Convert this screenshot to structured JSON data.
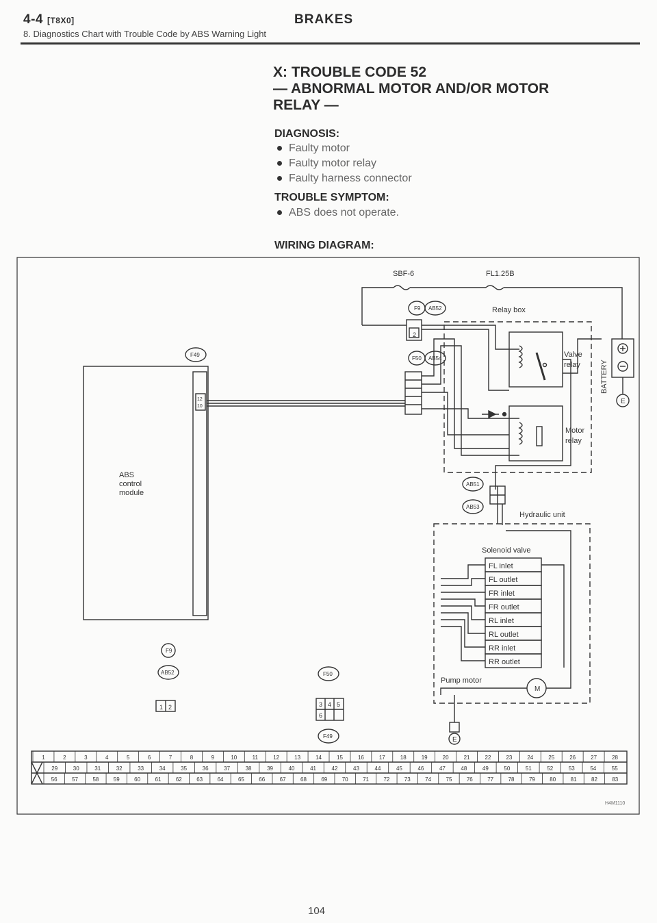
{
  "header": {
    "section": "4-4",
    "section_tag": "[T8X0]",
    "title": "BRAKES",
    "subtitle": "8. Diagnostics Chart with Trouble Code by ABS Warning Light"
  },
  "trouble": {
    "heading_line1": "X: TROUBLE CODE 52",
    "heading_line2": "— ABNORMAL MOTOR AND/OR MOTOR",
    "heading_line3": "RELAY —",
    "diagnosis_label": "DIAGNOSIS:",
    "diagnosis_items": [
      "Faulty motor",
      "Faulty motor relay",
      "Faulty harness connector"
    ],
    "symptom_label": "TROUBLE SYMPTOM:",
    "symptom_items": [
      "ABS does not operate."
    ],
    "wiring_label": "WIRING DIAGRAM:"
  },
  "diagram": {
    "fuse_sbf": "SBF-6",
    "fuse_fl": "FL1.25B",
    "relay_box": "Relay box",
    "valve_relay": [
      "Valve",
      "relay"
    ],
    "motor_relay": [
      "Motor",
      "relay"
    ],
    "battery": "BATTERY",
    "abs_module": [
      "ABS",
      "control",
      "module"
    ],
    "hydraulic_unit": "Hydraulic unit",
    "solenoid_valve": "Solenoid valve",
    "solenoids": [
      "FL inlet",
      "FL outlet",
      "FR inlet",
      "FR outlet",
      "RL inlet",
      "RL outlet",
      "RR inlet",
      "RR outlet"
    ],
    "pump_motor": "Pump motor",
    "ground": "E",
    "connectors": {
      "f49": "F49",
      "f9": "F9",
      "abs2": "AB52",
      "f50": "F50",
      "abs4": "AB54",
      "abs1": "AB51",
      "abs3": "AB53"
    },
    "pin_labels": [
      "2",
      "1",
      "2",
      "3",
      "4",
      "5",
      "6",
      "12",
      "10"
    ],
    "figure_id": "H4M1110",
    "terminal_row1": [
      "1",
      "2",
      "3",
      "4",
      "5",
      "6",
      "7",
      "8",
      "9",
      "10",
      "11",
      "12",
      "13",
      "14",
      "15",
      "16",
      "17",
      "18",
      "19",
      "20",
      "21",
      "22",
      "23",
      "24",
      "25",
      "26",
      "27",
      "28"
    ],
    "terminal_row2": [
      "29",
      "30",
      "31",
      "32",
      "33",
      "34",
      "35",
      "36",
      "37",
      "38",
      "39",
      "40",
      "41",
      "42",
      "43",
      "44",
      "45",
      "46",
      "47",
      "48",
      "49",
      "50",
      "51",
      "52",
      "53",
      "54",
      "55"
    ],
    "terminal_row3": [
      "56",
      "57",
      "58",
      "59",
      "60",
      "61",
      "62",
      "63",
      "64",
      "65",
      "66",
      "67",
      "68",
      "69",
      "70",
      "71",
      "72",
      "73",
      "74",
      "75",
      "76",
      "77",
      "78",
      "79",
      "80",
      "81",
      "82",
      "83"
    ]
  },
  "footer": {
    "page_number": "104"
  }
}
